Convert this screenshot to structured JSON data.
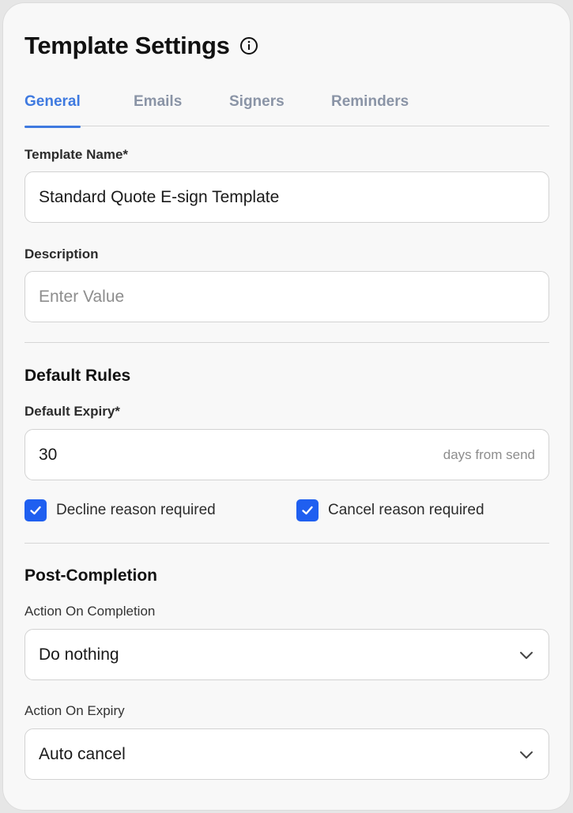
{
  "header": {
    "title": "Template Settings"
  },
  "tabs": [
    {
      "label": "General",
      "active": true
    },
    {
      "label": "Emails",
      "active": false
    },
    {
      "label": "Signers",
      "active": false
    },
    {
      "label": "Reminders",
      "active": false
    }
  ],
  "general": {
    "template_name_label": "Template Name*",
    "template_name_value": "Standard Quote E-sign Template",
    "description_label": "Description",
    "description_placeholder": "Enter Value"
  },
  "default_rules": {
    "section_title": "Default Rules",
    "expiry_label": "Default Expiry*",
    "expiry_value": "30",
    "expiry_suffix": "days from send",
    "decline_label": "Decline reason required",
    "decline_checked": true,
    "cancel_label": "Cancel reason required",
    "cancel_checked": true
  },
  "post_completion": {
    "section_title": "Post-Completion",
    "completion_label": "Action On Completion",
    "completion_value": "Do nothing",
    "expiry_action_label": "Action On Expiry",
    "expiry_action_value": "Auto cancel"
  },
  "colors": {
    "accent": "#3f7ae0",
    "checkbox": "#1f5ff0",
    "tab_inactive": "#8a94a6"
  },
  "icons": {
    "title": "info-icon",
    "checkbox": "checkmark-icon",
    "select": "chevron-down-icon"
  }
}
